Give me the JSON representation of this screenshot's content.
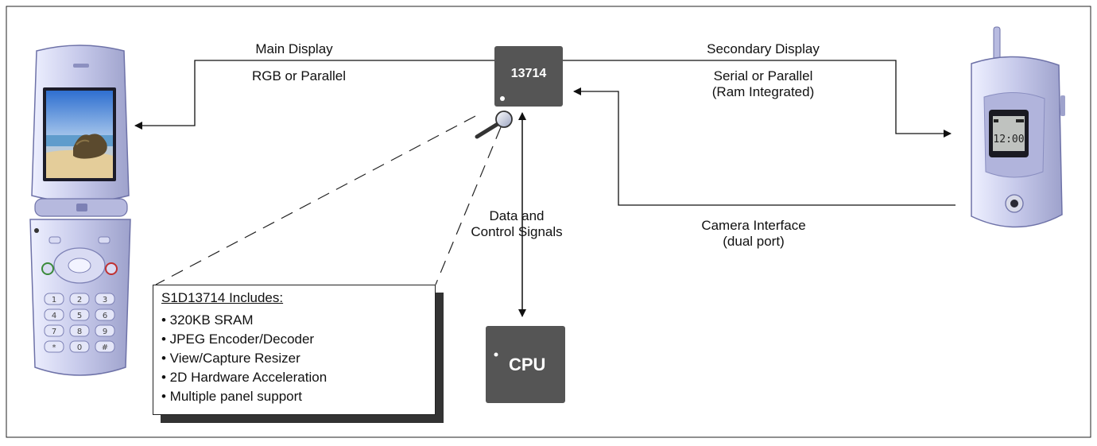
{
  "chip": {
    "label": "13714"
  },
  "cpu": {
    "label": "CPU"
  },
  "connections": {
    "main_display": {
      "title": "Main Display",
      "sub": "RGB or Parallel"
    },
    "secondary_display": {
      "title": "Secondary Display",
      "sub1": "Serial or Parallel",
      "sub2": "(Ram Integrated)"
    },
    "camera": {
      "title": "Camera Interface",
      "sub": "(dual port)"
    },
    "data_control": {
      "line1": "Data and",
      "line2": "Control Signals"
    }
  },
  "features": {
    "title": "S1D13714 Includes:",
    "items": [
      "• 320KB SRAM",
      "• JPEG Encoder/Decoder",
      "• View/Capture Resizer",
      "• 2D Hardware Acceleration",
      "• Multiple panel support"
    ]
  },
  "sub_display_time": "12:00",
  "phone_keys": [
    "1",
    "2",
    "3",
    "4",
    "5",
    "6",
    "7",
    "8",
    "9",
    "*",
    "0",
    "#"
  ],
  "colors": {
    "chip": "#555555",
    "phone_body": "#c9cbe9",
    "outline": "#111111"
  }
}
